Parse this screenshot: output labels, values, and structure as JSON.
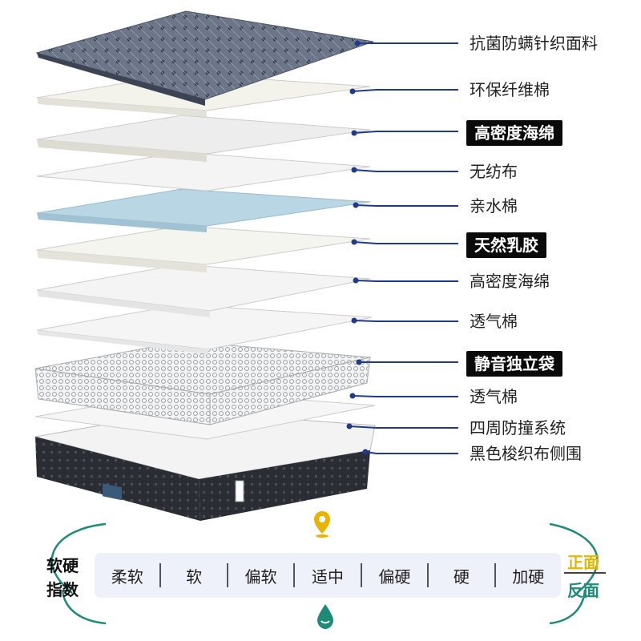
{
  "labels": [
    {
      "text": "抗菌防螨针织面料",
      "highlight": false
    },
    {
      "text": "环保纤维棉",
      "highlight": false
    },
    {
      "text": "高密度海绵",
      "highlight": true
    },
    {
      "text": "无纺布",
      "highlight": false
    },
    {
      "text": "亲水棉",
      "highlight": false
    },
    {
      "text": "天然乳胶",
      "highlight": true
    },
    {
      "text": "高密度海绵",
      "highlight": false
    },
    {
      "text": "透气棉",
      "highlight": false
    },
    {
      "text": "静音独立袋",
      "highlight": true
    },
    {
      "text": "透气棉",
      "highlight": false
    },
    {
      "text": "四周防撞系统",
      "highlight": false
    },
    {
      "text": "黑色梭织布侧围",
      "highlight": false
    }
  ],
  "hardness_index": {
    "title_line1": "软硬",
    "title_line2": "指数",
    "levels": [
      "柔软",
      "软",
      "偏软",
      "适中",
      "偏硬",
      "硬",
      "加硬"
    ],
    "selected": "适中",
    "front_label": "正面",
    "back_label": "反面"
  },
  "colors": {
    "accent_blue": "#1f3a8a",
    "front_yellow": "#e0b800",
    "back_teal": "#1e8a78",
    "highlight_bg": "#0a0a0a"
  }
}
